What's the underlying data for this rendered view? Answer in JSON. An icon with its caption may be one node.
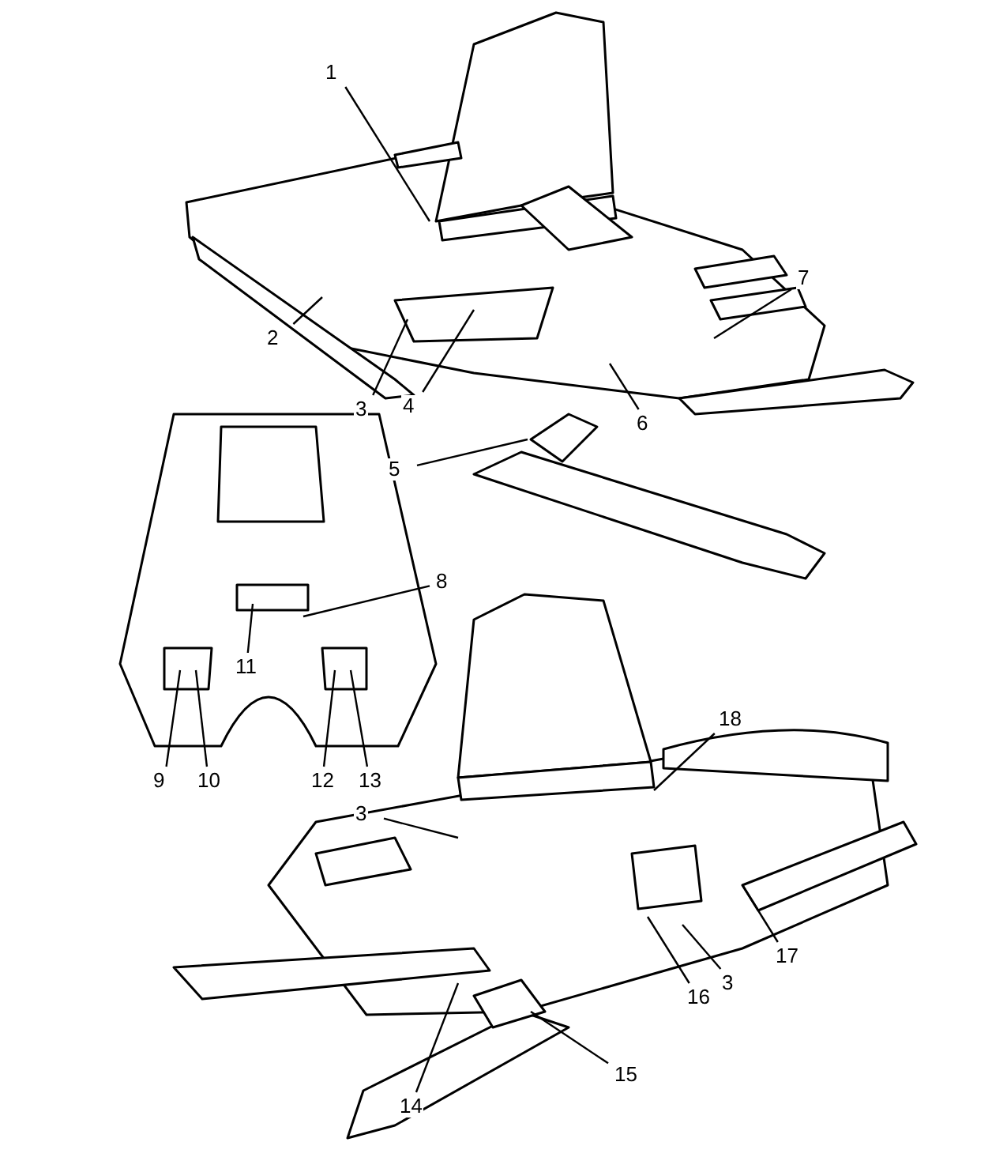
{
  "diagram": {
    "nodes": [
      {
        "text": [
          "1"
        ]
      },
      {
        "text": [
          "7"
        ]
      },
      {
        "text": [
          "2"
        ]
      },
      {
        "text": [
          "3"
        ]
      },
      {
        "text": [
          "4"
        ]
      },
      {
        "text": [
          "6"
        ]
      },
      {
        "text": [
          "5"
        ]
      },
      {
        "text": [
          "8"
        ]
      },
      {
        "text": [
          "11"
        ]
      },
      {
        "text": [
          "10"
        ]
      },
      {
        "text": [
          "9"
        ]
      },
      {
        "text": [
          "12"
        ]
      },
      {
        "text": [
          "13"
        ]
      },
      {
        "text": [
          "18"
        ]
      },
      {
        "text": [
          "3"
        ]
      },
      {
        "text": [
          "17"
        ]
      },
      {
        "text": [
          "3"
        ]
      },
      {
        "text": [
          "16"
        ]
      },
      {
        "text": [
          "15"
        ]
      },
      {
        "text": [
          "14"
        ]
      }
    ],
    "edges": [
      {
        "from": 0,
        "to": null,
        "arrow": "none"
      },
      {
        "from": 1,
        "to": null,
        "arrow": "none"
      },
      {
        "from": 2,
        "to": null,
        "arrow": "none"
      },
      {
        "from": 3,
        "to": null,
        "arrow": "none"
      },
      {
        "from": 4,
        "to": null,
        "arrow": "none"
      },
      {
        "from": 5,
        "to": null,
        "arrow": "none"
      },
      {
        "from": 6,
        "to": null,
        "arrow": "none"
      },
      {
        "from": 7,
        "to": null,
        "arrow": "none"
      },
      {
        "from": 8,
        "to": null,
        "arrow": "none"
      },
      {
        "from": 9,
        "to": null,
        "arrow": "none"
      },
      {
        "from": 10,
        "to": null,
        "arrow": "none"
      },
      {
        "from": 11,
        "to": null,
        "arrow": "none"
      },
      {
        "from": 12,
        "to": null,
        "arrow": "none"
      },
      {
        "from": 13,
        "to": null,
        "arrow": "none"
      },
      {
        "from": 14,
        "to": null,
        "arrow": "none"
      },
      {
        "from": 15,
        "to": null,
        "arrow": "none"
      },
      {
        "from": 16,
        "to": null,
        "arrow": "none"
      },
      {
        "from": 17,
        "to": null,
        "arrow": "none"
      },
      {
        "from": 18,
        "to": null,
        "arrow": "none"
      },
      {
        "from": 19,
        "to": null,
        "arrow": "none"
      }
    ]
  }
}
